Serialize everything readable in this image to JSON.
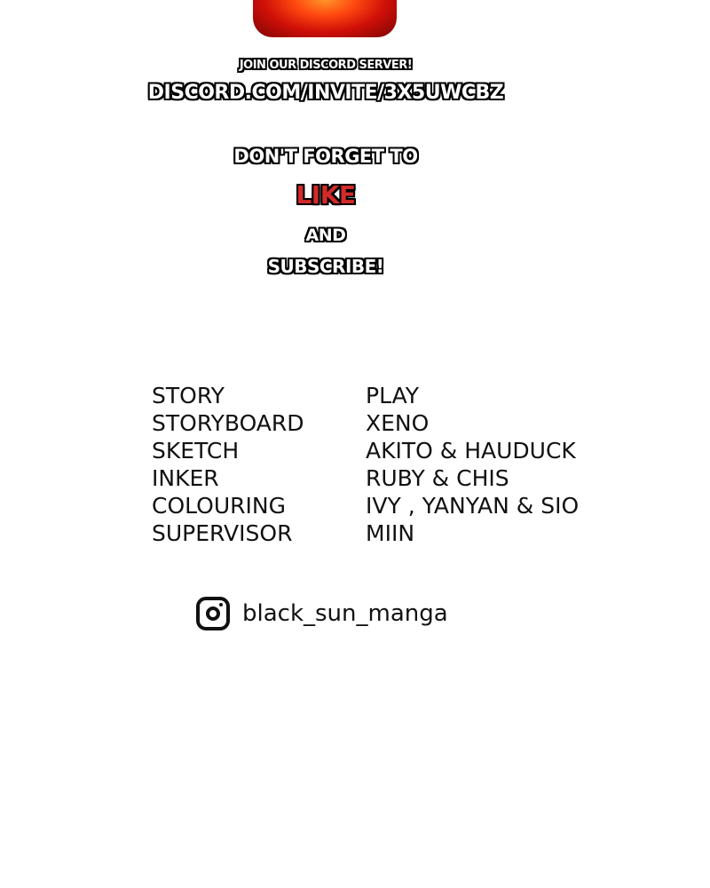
{
  "discord": {
    "join": "JOIN OUR DISCORD SERVER!",
    "url": "DISCORD.COM/INVITE/3X5UWCBZ"
  },
  "cta": {
    "line1": "DON'T FORGET TO",
    "like": "LIKE",
    "and": "AND",
    "subscribe": "SUBSCRIBE!"
  },
  "credits": [
    {
      "role": "STORY",
      "name": "PLAY"
    },
    {
      "role": "STORYBOARD",
      "name": "XENO"
    },
    {
      "role": "SKETCH",
      "name": "AKITO & HAUDUCK"
    },
    {
      "role": "INKER",
      "name": "RUBY & CHIS"
    },
    {
      "role": "COLOURING",
      "name": "IVY , YANYAN & SIO"
    },
    {
      "role": "SUPERVISOR",
      "name": "MIIN"
    }
  ],
  "instagram": {
    "handle": "black_sun_manga"
  },
  "colors": {
    "like": "#d42a2a"
  }
}
